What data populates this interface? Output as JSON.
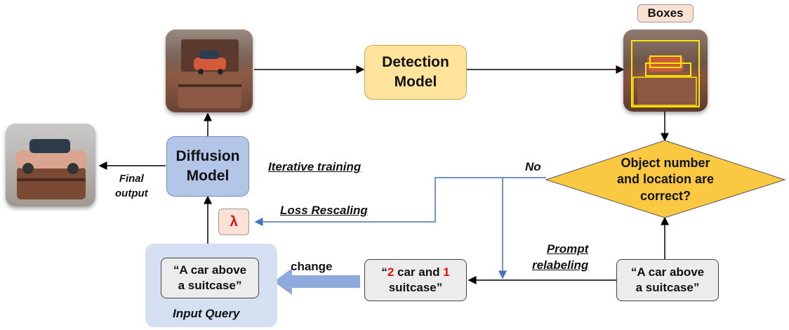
{
  "nodes": {
    "detection_model": "Detection\nModel",
    "diffusion_model": "Diffusion\nModel",
    "decision": "Object number\nand location are\ncorrect?",
    "boxes_label": "Boxes",
    "lambda": "λ",
    "input_prompt": "“A car above\na suitcase”",
    "input_query_label": "Input Query",
    "relabeled_prefix": "“",
    "relabeled_num1": "2",
    "relabeled_mid": " car and ",
    "relabeled_num2": "1",
    "relabeled_suffix": "suitcase”",
    "original_prompt": "“A car above\na suitcase”"
  },
  "edge_labels": {
    "final_output": "Final\noutput",
    "iterative_training": "Iterative training",
    "no": "No",
    "loss_rescaling": "Loss Rescaling",
    "prompt_relabeling": "Prompt\nrelabeling",
    "change": "change"
  },
  "colors": {
    "detection_fill": "#fde39b",
    "diffusion_fill": "#b3c6e7",
    "decision_fill": "#fbc941",
    "query_bg": "#d6e0f3",
    "prompt_fill": "#ececec",
    "lambda_fill": "#fbe1d4",
    "boxes_fill": "#fbe1d4",
    "feedback_line": "#4472c4",
    "lambda_color": "#e01010"
  },
  "images": {
    "generated": "toy-car-on-suitcase-image",
    "annotated": "detection-boxes-image",
    "final": "final-car-suitcase-image"
  }
}
